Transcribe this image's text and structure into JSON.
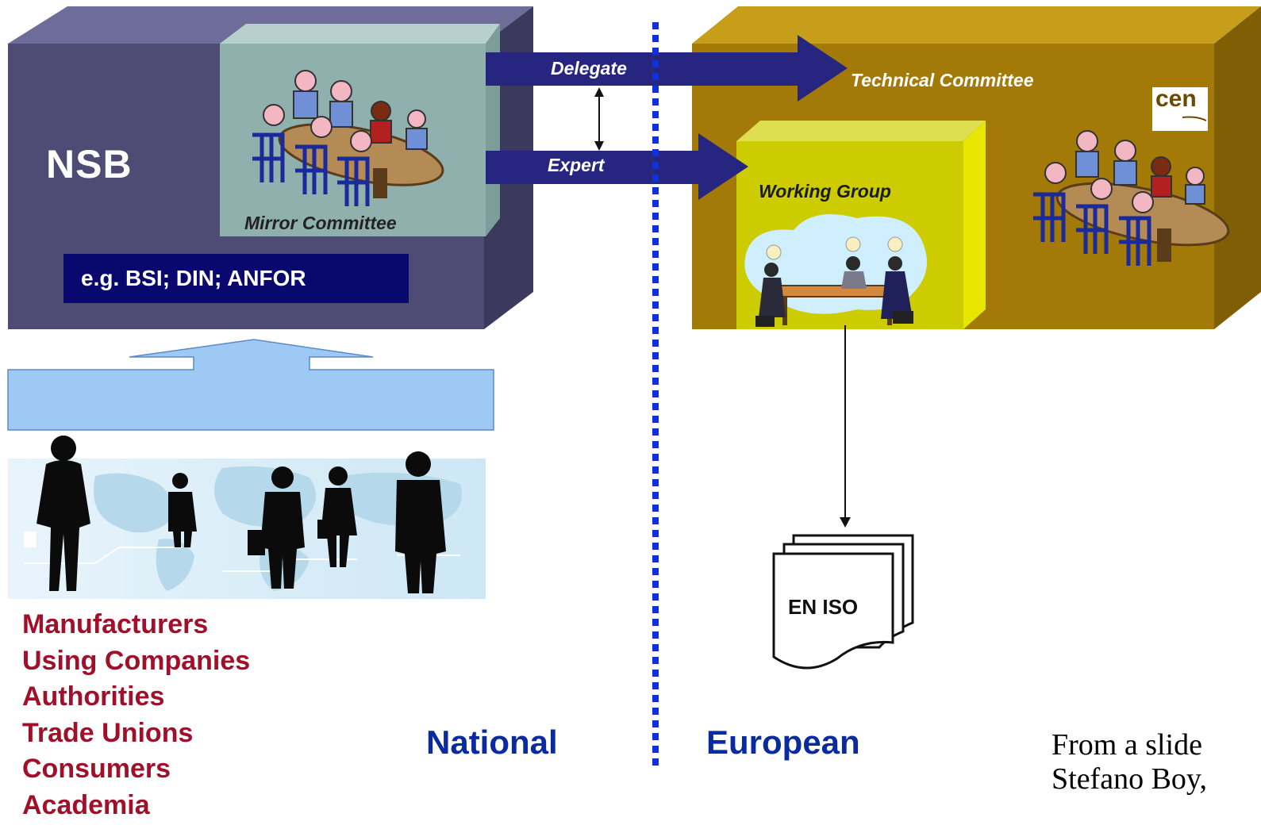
{
  "national_side": {
    "nsb_label": "NSB",
    "mirror_committee_label": "Mirror Committee",
    "example_label": "e.g. BSI; DIN; ANFOR",
    "stakeholders": [
      "Manufacturers",
      "Using Companies",
      "Authorities",
      "Trade Unions",
      "Consumers",
      "Academia"
    ],
    "region_label": "National"
  },
  "arrows": {
    "delegate_label": "Delegate",
    "expert_label": "Expert"
  },
  "european_side": {
    "technical_committee_label": "Technical Committee",
    "working_group_label": "Working Group",
    "logo_text": "cen",
    "document_label": "EN ISO",
    "region_label": "European"
  },
  "caption": {
    "line1": "From a slide",
    "line2": "Stefano Boy,"
  },
  "colors": {
    "nsb_block": "#4e4c75",
    "mirror_committee": "#8fb0ad",
    "example_box": "#08086e",
    "arrows": "#262680",
    "technical_committee_block": "#a37a08",
    "working_group": "#cccc00",
    "upward_arrow": "#9ec9f5",
    "divider": "#1030d8",
    "stakeholder_text": "#a0102a",
    "region_text": "#0a2aa0"
  },
  "icons": [
    "meeting-table-icon",
    "working-group-icon",
    "world-map-icon",
    "business-people-icon",
    "cen-logo-icon",
    "document-stack-icon"
  ]
}
